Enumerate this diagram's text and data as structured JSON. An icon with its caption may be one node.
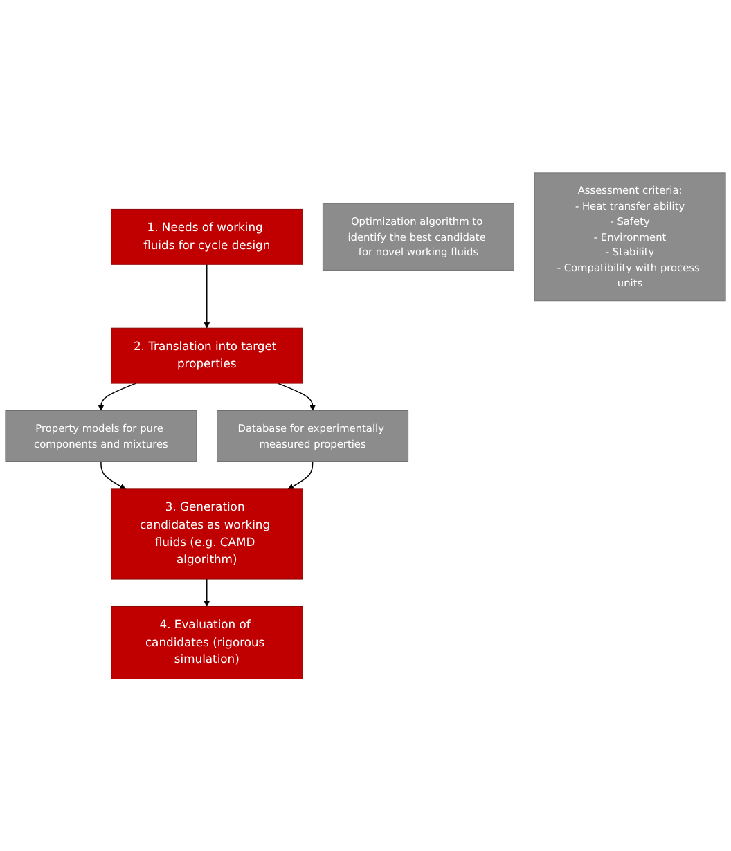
{
  "diagram": {
    "nodes": [
      {
        "text": [
          "1. Needs of working fluids for cycle design"
        ]
      },
      {
        "text": [
          "2. Translation into target properties"
        ]
      },
      {
        "text": [
          "Property models for pure components and mixtures"
        ]
      },
      {
        "text": [
          "Database for experimentally measured properties"
        ]
      },
      {
        "text": [
          "3. Generation candidates as working fluids (e.g. CAMD algorithm)"
        ]
      },
      {
        "text": [
          "Optimization algorithm to identify the best candidate for novel working fluids"
        ]
      },
      {
        "text": [
          "Assessment criteria:",
          "- Heat transfer ability",
          "- Safety",
          "- Environment",
          "- Stability",
          "- Compatibility with process units"
        ]
      },
      {
        "text": [
          "4. Evaluation of candidates (rigorous simulation)"
        ]
      }
    ],
    "edges": [
      {
        "from": 0,
        "to": 1,
        "arrow": "to"
      },
      {
        "from": 1,
        "to": 2,
        "arrow": "to"
      },
      {
        "from": 1,
        "to": 3,
        "arrow": "to"
      },
      {
        "from": 2,
        "to": 4,
        "arrow": "to"
      },
      {
        "from": 3,
        "to": 4,
        "arrow": "to"
      },
      {
        "from": 4,
        "to": 7,
        "arrow": "to"
      }
    ]
  }
}
